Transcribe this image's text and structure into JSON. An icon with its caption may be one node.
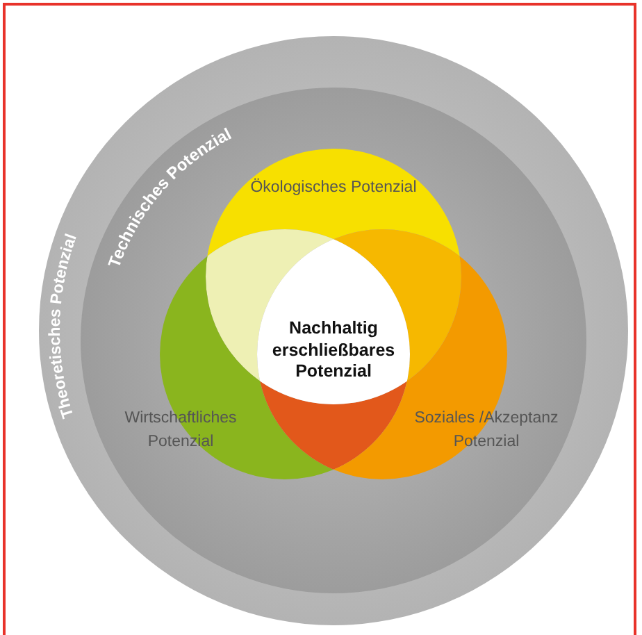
{
  "diagram": {
    "nodes": [
      {
        "text": [
          "Theoretisches Potenzial"
        ]
      },
      {
        "text": [
          "Technisches Potenzial"
        ],
        "in": 0
      },
      {
        "text": [
          "Ökologisches Potenzial"
        ],
        "in": 1
      },
      {
        "text": [
          "Wirtschaftliches Potenzial"
        ],
        "in": 1
      },
      {
        "text": [
          "Soziales /Akzeptanz Potenzial"
        ],
        "in": 1
      },
      {
        "text": [
          "Nachhaltig erschließbares Potenzial"
        ],
        "in": 1
      }
    ]
  }
}
